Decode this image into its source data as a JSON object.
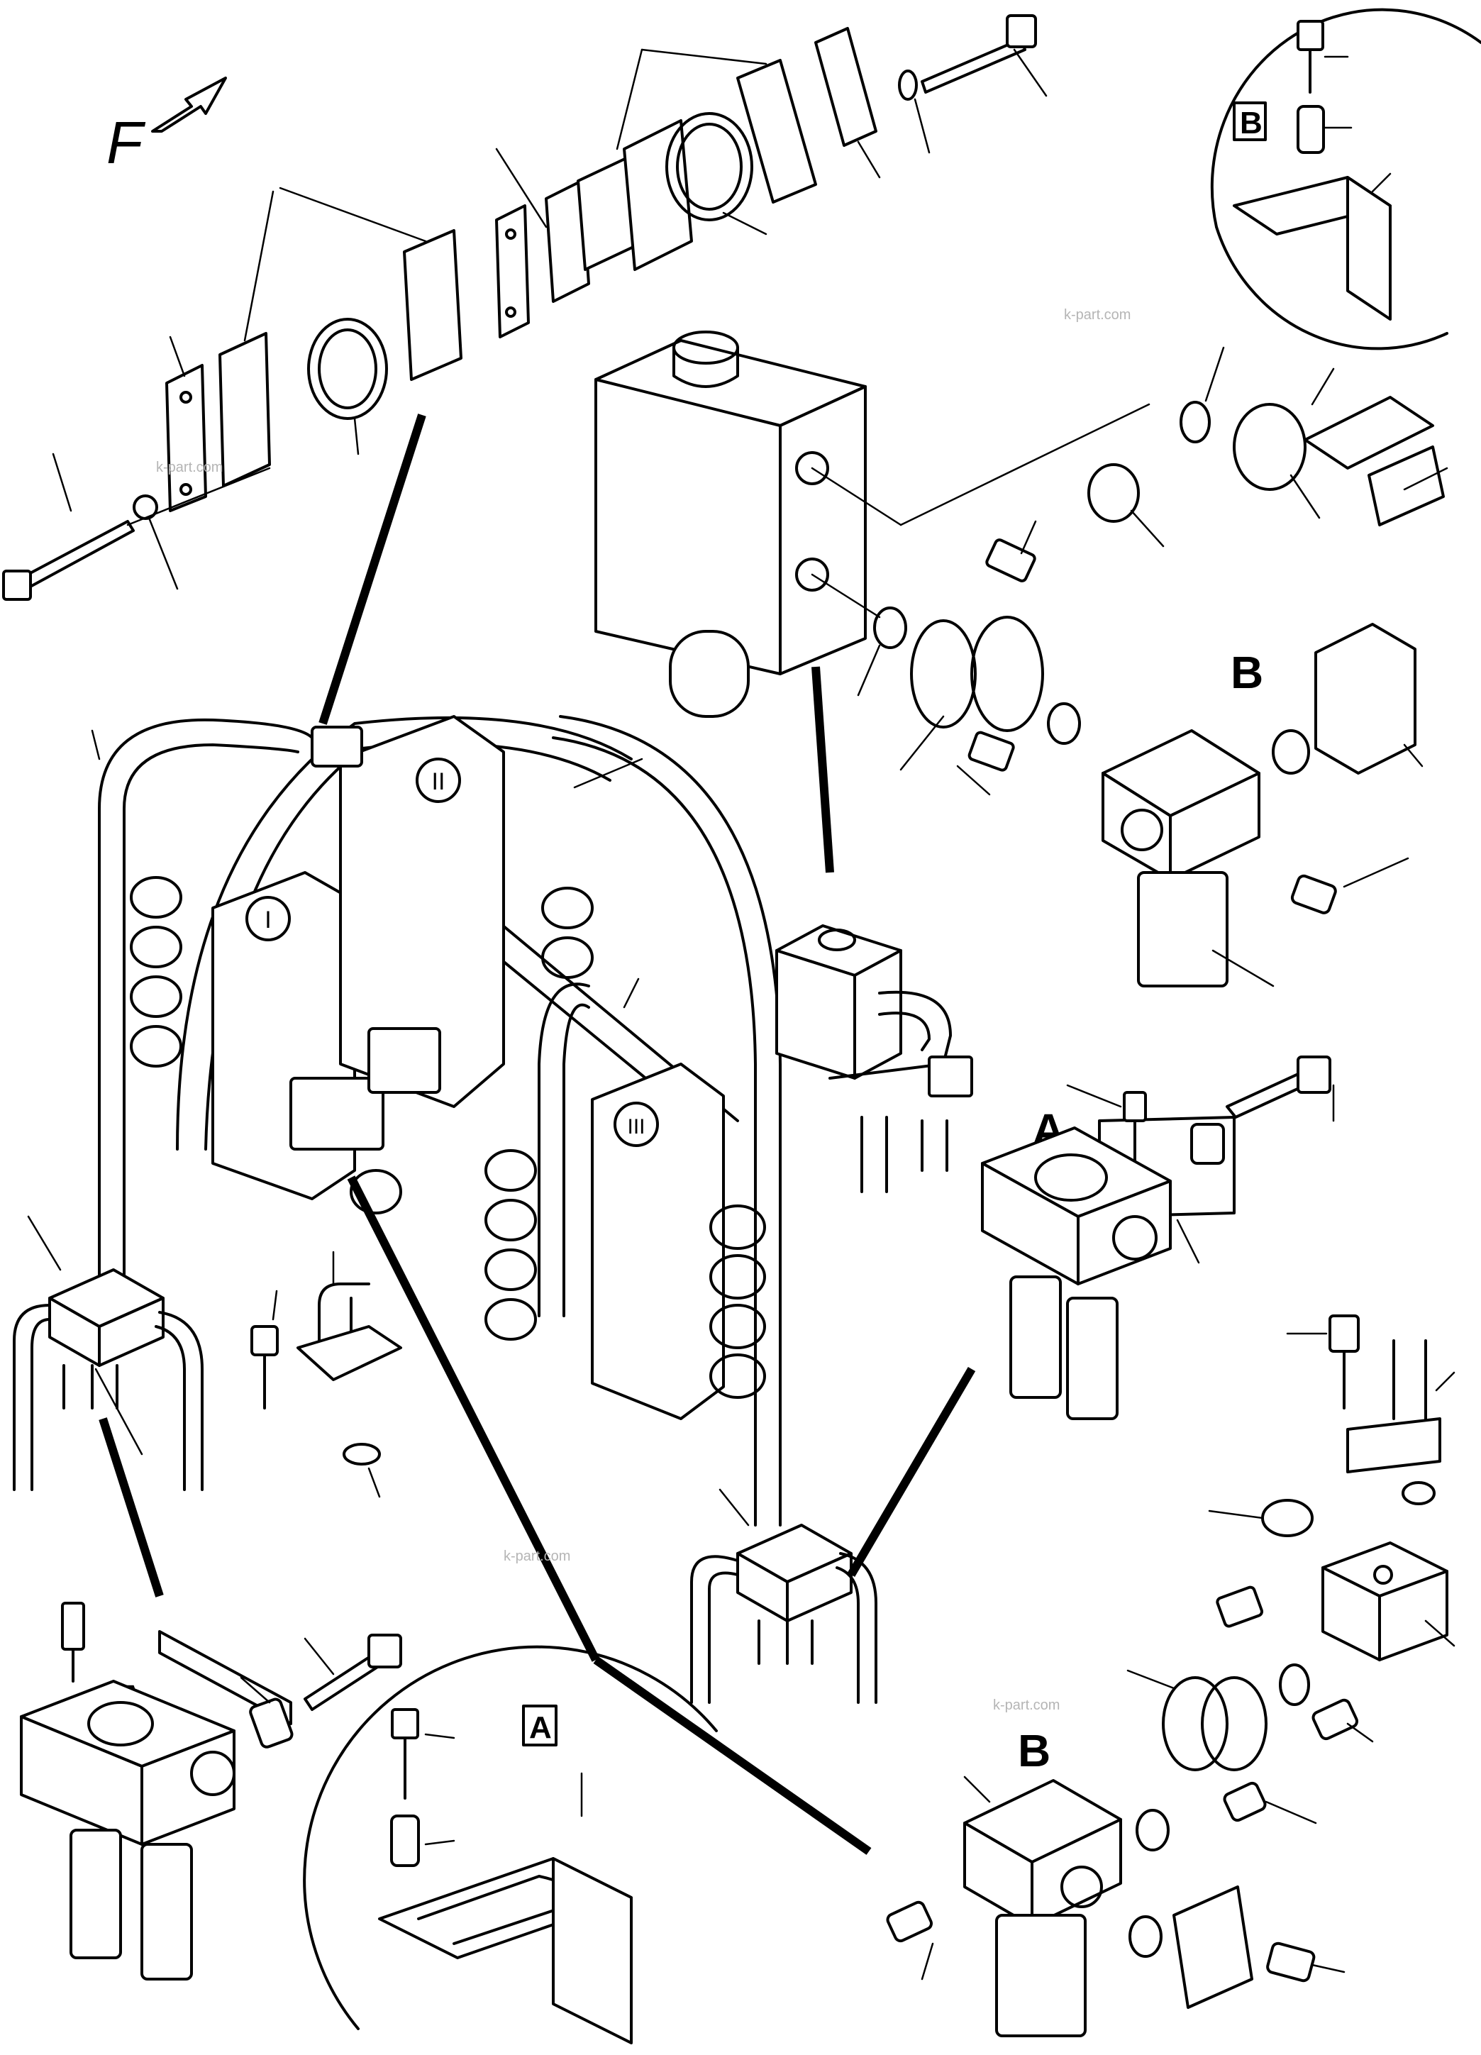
{
  "labels": {
    "direction": "F",
    "view_a": "A",
    "view_b": "B",
    "roman_1": "I",
    "roman_2": "II",
    "roman_3": "III"
  },
  "watermarks": [
    "k-part.com",
    "k-part.com",
    "k-part.com",
    "k-part.com"
  ],
  "colors": {
    "line": "#000000",
    "background": "#ffffff",
    "watermark": "#b5b5b5"
  }
}
